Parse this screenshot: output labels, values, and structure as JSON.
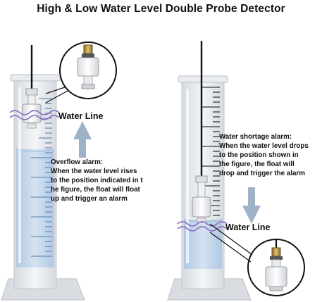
{
  "title": "High & Low Water Level Double Probe Detector",
  "left_panel": {
    "water_line_label": "Water Line",
    "alarm_lines": [
      "Overflow alarm:",
      "When the water level rises",
      "to the position indicated in t",
      "he figure, the float will float",
      "up and trigger an alarm"
    ]
  },
  "right_panel": {
    "water_line_label": "Water Line",
    "alarm_lines": [
      "Water shortage alarm:",
      "When the water level drops",
      "to the position shown in",
      "the figure, the float will",
      "drop and trigger the alarm"
    ]
  },
  "colors": {
    "water": "#c5d9ec",
    "tube_glass": "#e6e9ed",
    "scale_left": "#6b8fb4",
    "scale_right": "#3a3a3a",
    "arrow": "#9fb3c8",
    "wave": "#8a6fc2"
  },
  "icons": [
    "float-switch-sensor-icon",
    "arrow-up-icon",
    "arrow-down-icon",
    "wave-line-icon"
  ]
}
